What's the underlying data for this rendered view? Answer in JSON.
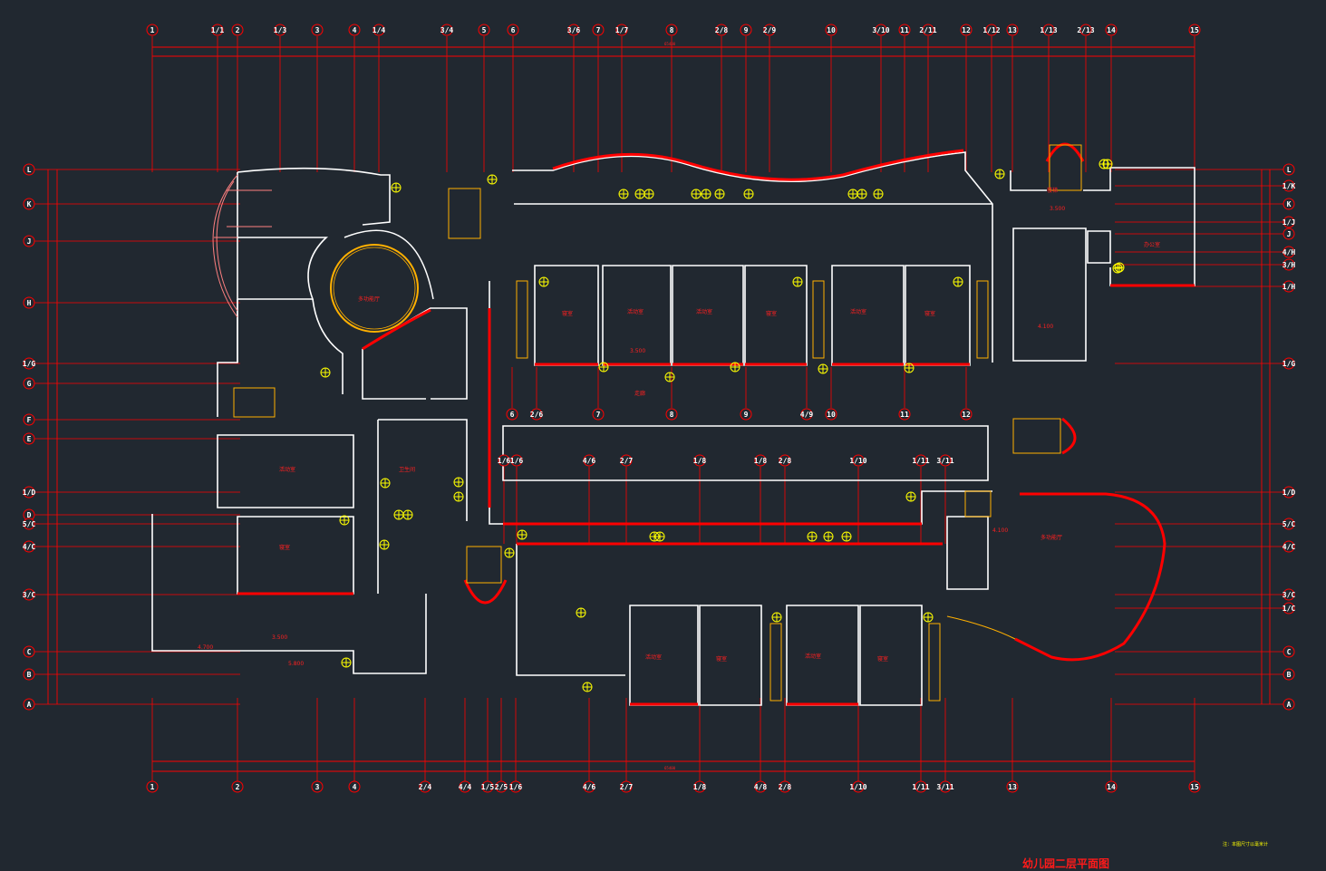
{
  "drawing": {
    "title": "幼儿园二层平面图",
    "note": "注：本图尺寸以毫米计",
    "background_color": "#212830",
    "colors": {
      "axis": "#ff0000",
      "wall": "#ffffff",
      "window": "#ff0000",
      "stair": "#ffb000",
      "fixture": "#ffff00",
      "furniture": "#00a0a0",
      "balcony": "#ff8080"
    }
  },
  "axes": {
    "top": [
      "1",
      "1/1",
      "2",
      "1/3",
      "3",
      "4",
      "1/4",
      "3/4",
      "5",
      "6",
      "3/6",
      "7",
      "1/7",
      "8",
      "2/8",
      "9",
      "2/9",
      "10",
      "3/10",
      "11",
      "2/11",
      "12",
      "1/12",
      "13",
      "1/13",
      "2/13",
      "14",
      "15"
    ],
    "bottom": [
      "1",
      "2",
      "3",
      "4",
      "2/4",
      "4/4",
      "1/5",
      "2/5",
      "1/6",
      "4/6",
      "2/7",
      "1/8",
      "4/8",
      "2/8",
      "1/10",
      "1/11",
      "3/11",
      "13",
      "14",
      "15"
    ],
    "left": [
      "L",
      "K",
      "J",
      "H",
      "1/G",
      "G",
      "F",
      "E",
      "1/D",
      "D",
      "5/C",
      "4/C",
      "3/C",
      "C",
      "B",
      "A"
    ],
    "right": [
      "L",
      "1/K",
      "K",
      "1/J",
      "J",
      "4/H",
      "3/H",
      "1/H",
      "1/G",
      "1/D",
      "5/C",
      "4/C",
      "3/C",
      "1/C",
      "C",
      "B",
      "A"
    ],
    "middle_upper": [
      "6",
      "2/6",
      "7",
      "8",
      "9",
      "4/9",
      "10",
      "11",
      "12"
    ],
    "middle_lower": [
      "1/6",
      "1/6",
      "4/6",
      "2/7",
      "1/8",
      "1/8",
      "2/8",
      "1/10",
      "1/11",
      "3/11"
    ]
  },
  "dimensions": {
    "top_total": "65400",
    "bottom_total": "65400"
  },
  "rooms": {
    "activity_hall": "活动室",
    "bedroom": "寝室",
    "toilet": "卫生间",
    "corridor": "走廊",
    "stair": "楼梯",
    "office": "办公室",
    "multi_purpose": "多功能厅",
    "elevation_3500": "3.500",
    "elevation_4100": "4.100",
    "elevation_5800": "5.800",
    "elevation_4700": "4.700"
  }
}
